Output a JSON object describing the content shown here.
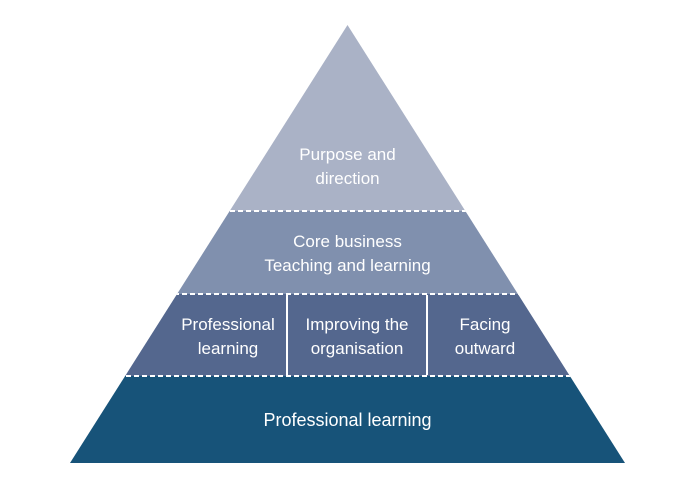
{
  "pyramid": {
    "background_color": "#ffffff",
    "text_color": "#ffffff",
    "divider_color": "#ffffff",
    "levels": [
      {
        "name": "purpose-and-direction",
        "color": "#aab2c6",
        "lines": [
          "Purpose and",
          "direction"
        ]
      },
      {
        "name": "core-business",
        "color": "#8090ae",
        "lines": [
          "Core business",
          "Teaching and learning"
        ]
      },
      {
        "name": "three-strands",
        "color": "#54678e",
        "cells": [
          {
            "lines": [
              "Professional",
              "learning"
            ]
          },
          {
            "lines": [
              "Improving the",
              "organisation"
            ]
          },
          {
            "lines": [
              "Facing",
              "outward"
            ]
          }
        ]
      },
      {
        "name": "professional-learning-base",
        "color": "#175379",
        "lines": [
          "Professional learning"
        ]
      }
    ]
  }
}
